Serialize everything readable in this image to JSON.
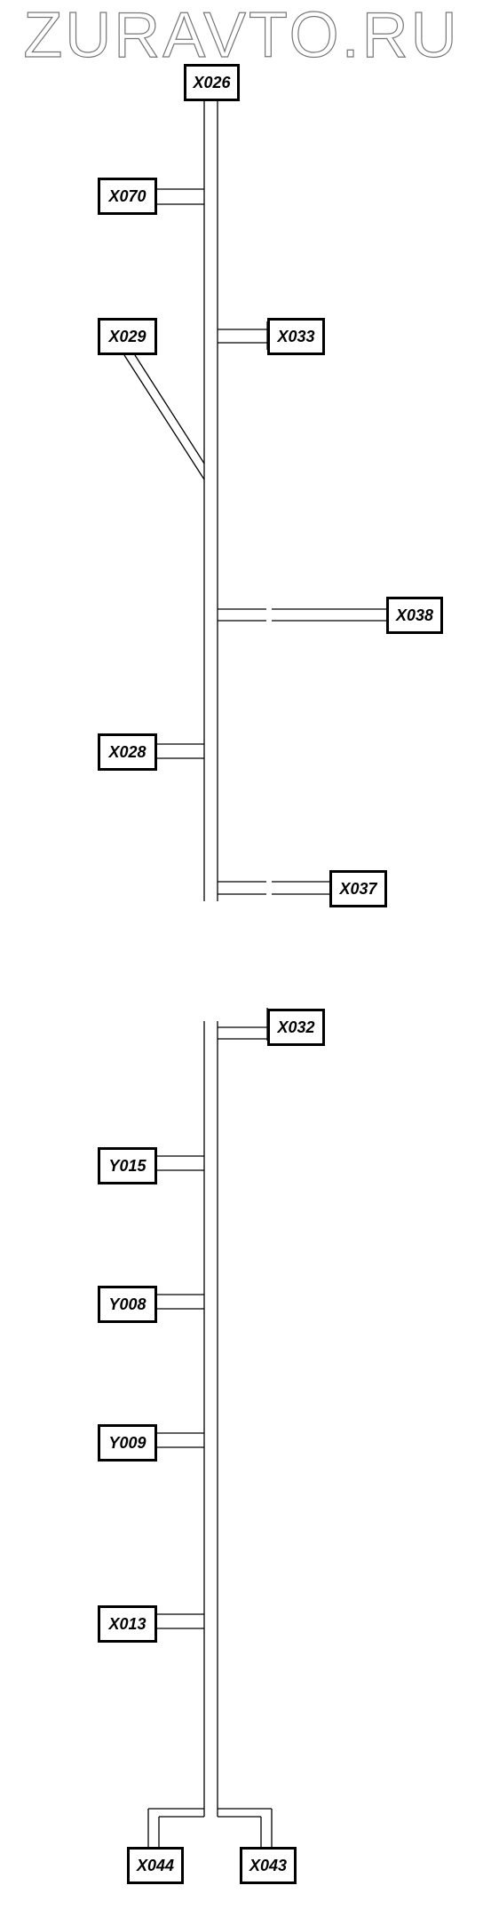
{
  "watermark": "ZURAVTO.RU",
  "connectors": {
    "c1": "X026",
    "c2": "X070",
    "c3": "X029",
    "c4": "X033",
    "c5": "X038",
    "c6": "X028",
    "c7": "X037",
    "c8": "X032",
    "c9": "Y015",
    "c10": "Y008",
    "c11": "Y009",
    "c12": "X013",
    "c13": "X044",
    "c14": "X043"
  }
}
